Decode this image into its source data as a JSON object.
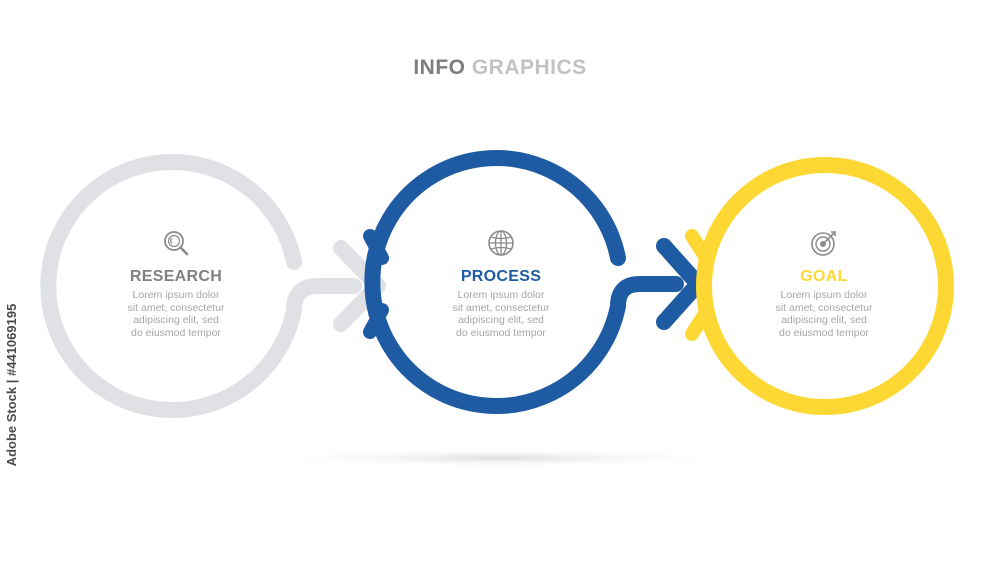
{
  "title": {
    "part1": "INFO",
    "part2": "GRAPHICS"
  },
  "colors": {
    "gray": "#dfe1e5",
    "blue": "#1e5ba3",
    "yellow": "#fdd835",
    "heading_gray": "#808080",
    "body_text": "#a6a6a6"
  },
  "steps": [
    {
      "heading": "RESEARCH",
      "icon": "search-magnifier-icon",
      "text_lines": [
        "Lorem ipsum dolor",
        "sit amet, consectetur",
        "adipiscing elit, sed",
        "do eiusmod tempor"
      ]
    },
    {
      "heading": "PROCESS",
      "icon": "globe-icon",
      "text_lines": [
        "Lorem ipsum dolor",
        "sit amet, consectetur",
        "adipiscing elit, sed",
        "do eiusmod tempor"
      ]
    },
    {
      "heading": "GOAL",
      "icon": "target-icon",
      "text_lines": [
        "Lorem ipsum dolor",
        "sit amet, consectetur",
        "adipiscing elit, sed",
        "do eiusmod tempor"
      ]
    }
  ],
  "side_label": "Adobe Stock | #441069195"
}
